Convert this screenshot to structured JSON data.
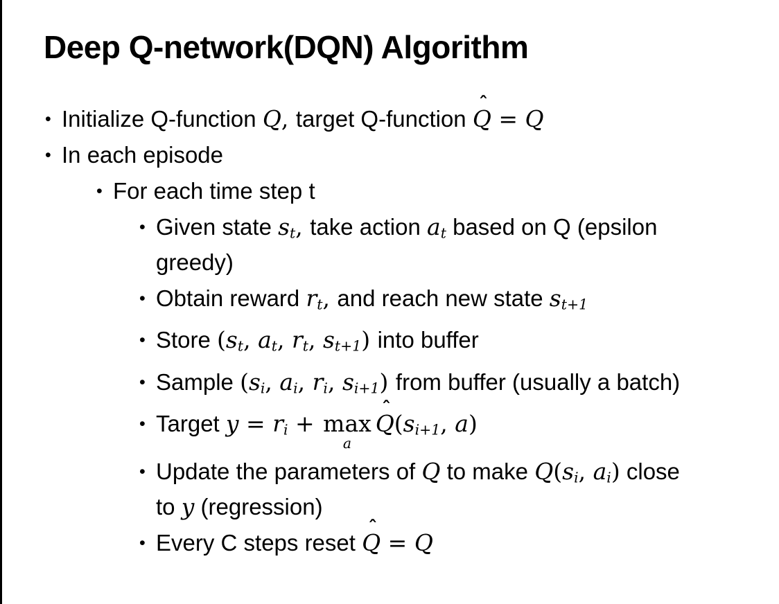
{
  "slide": {
    "title": "Deep Q-network(DQN) Algorithm",
    "bullet_glyph": "•",
    "hat_mark": "ˆ",
    "colors": {
      "background": "#ffffff",
      "text": "#000000",
      "border": "#000000"
    },
    "bullets": [
      {
        "level": 1,
        "lines": [
          [
            {
              "t": "t",
              "v": "Initialize Q-function "
            },
            {
              "t": "m",
              "v": "Q"
            },
            {
              "t": "mp",
              "v": ", "
            },
            {
              "t": "t",
              "v": "target Q-function "
            },
            {
              "t": "hat",
              "v": "Q"
            },
            {
              "t": "mp",
              "v": " = "
            },
            {
              "t": "m",
              "v": "Q"
            }
          ]
        ]
      },
      {
        "level": 1,
        "lines": [
          [
            {
              "t": "t",
              "v": "In each episode"
            }
          ]
        ]
      },
      {
        "level": 2,
        "lines": [
          [
            {
              "t": "t",
              "v": "For each time step t"
            }
          ]
        ]
      },
      {
        "level": 3,
        "lines": [
          [
            {
              "t": "t",
              "v": "Given state "
            },
            {
              "t": "m",
              "v": "s"
            },
            {
              "t": "ms",
              "v": "t"
            },
            {
              "t": "mp",
              "v": ", "
            },
            {
              "t": "t",
              "v": "take action "
            },
            {
              "t": "m",
              "v": "a"
            },
            {
              "t": "ms",
              "v": "t"
            },
            {
              "t": "t",
              "v": " based on Q (epsilon"
            }
          ],
          [
            {
              "t": "t",
              "v": "greedy)"
            }
          ]
        ]
      },
      {
        "level": 3,
        "lines": [
          [
            {
              "t": "t",
              "v": "Obtain reward "
            },
            {
              "t": "m",
              "v": "r"
            },
            {
              "t": "ms",
              "v": "t"
            },
            {
              "t": "mp",
              "v": ", "
            },
            {
              "t": "t",
              "v": "and reach new state "
            },
            {
              "t": "m",
              "v": "s"
            },
            {
              "t": "ms",
              "v": "t+1"
            }
          ]
        ]
      },
      {
        "level": 3,
        "lines": [
          [
            {
              "t": "t",
              "v": "Store "
            },
            {
              "t": "mp",
              "v": "("
            },
            {
              "t": "m",
              "v": "s"
            },
            {
              "t": "ms",
              "v": "t"
            },
            {
              "t": "mp",
              "v": ", "
            },
            {
              "t": "m",
              "v": "a"
            },
            {
              "t": "ms",
              "v": "t"
            },
            {
              "t": "mp",
              "v": ", "
            },
            {
              "t": "m",
              "v": "r"
            },
            {
              "t": "ms",
              "v": "t"
            },
            {
              "t": "mp",
              "v": ", "
            },
            {
              "t": "m",
              "v": "s"
            },
            {
              "t": "ms",
              "v": "t+1"
            },
            {
              "t": "mp",
              "v": ") "
            },
            {
              "t": "t",
              "v": "into buffer"
            }
          ]
        ]
      },
      {
        "level": 3,
        "lines": [
          [
            {
              "t": "t",
              "v": "Sample "
            },
            {
              "t": "mp",
              "v": "("
            },
            {
              "t": "m",
              "v": "s"
            },
            {
              "t": "ms",
              "v": "i"
            },
            {
              "t": "mp",
              "v": ", "
            },
            {
              "t": "m",
              "v": "a"
            },
            {
              "t": "ms",
              "v": "i"
            },
            {
              "t": "mp",
              "v": ", "
            },
            {
              "t": "m",
              "v": "r"
            },
            {
              "t": "ms",
              "v": "i"
            },
            {
              "t": "mp",
              "v": ", "
            },
            {
              "t": "m",
              "v": "s"
            },
            {
              "t": "ms",
              "v": "i+1"
            },
            {
              "t": "mp",
              "v": ") "
            },
            {
              "t": "t",
              "v": "from buffer (usually a batch)"
            }
          ]
        ]
      },
      {
        "level": 3,
        "lines": [
          [
            {
              "t": "t",
              "v": "Target "
            },
            {
              "t": "m",
              "v": "y"
            },
            {
              "t": "mp",
              "v": " = "
            },
            {
              "t": "m",
              "v": "r"
            },
            {
              "t": "ms",
              "v": "i"
            },
            {
              "t": "mp",
              "v": " + "
            },
            {
              "t": "max",
              "base": "max",
              "under": "a"
            },
            {
              "t": "hat",
              "v": "Q"
            },
            {
              "t": "mp",
              "v": "("
            },
            {
              "t": "m",
              "v": "s"
            },
            {
              "t": "ms",
              "v": "i+1"
            },
            {
              "t": "mp",
              "v": ", "
            },
            {
              "t": "m",
              "v": "a"
            },
            {
              "t": "mp",
              "v": ")"
            }
          ]
        ]
      },
      {
        "level": 3,
        "lines": [
          [
            {
              "t": "t",
              "v": "Update the parameters of "
            },
            {
              "t": "m",
              "v": "Q"
            },
            {
              "t": "t",
              "v": " to make "
            },
            {
              "t": "m",
              "v": "Q"
            },
            {
              "t": "mp",
              "v": "("
            },
            {
              "t": "m",
              "v": "s"
            },
            {
              "t": "ms",
              "v": "i"
            },
            {
              "t": "mp",
              "v": ", "
            },
            {
              "t": "m",
              "v": "a"
            },
            {
              "t": "ms",
              "v": "i"
            },
            {
              "t": "mp",
              "v": ")"
            },
            {
              "t": "t",
              "v": " close"
            }
          ],
          [
            {
              "t": "t",
              "v": "to "
            },
            {
              "t": "m",
              "v": "y"
            },
            {
              "t": "t",
              "v": " (regression)"
            }
          ]
        ]
      },
      {
        "level": 3,
        "lines": [
          [
            {
              "t": "t",
              "v": "Every C steps reset "
            },
            {
              "t": "hat",
              "v": "Q"
            },
            {
              "t": "mp",
              "v": " = "
            },
            {
              "t": "m",
              "v": "Q"
            }
          ]
        ]
      }
    ]
  }
}
